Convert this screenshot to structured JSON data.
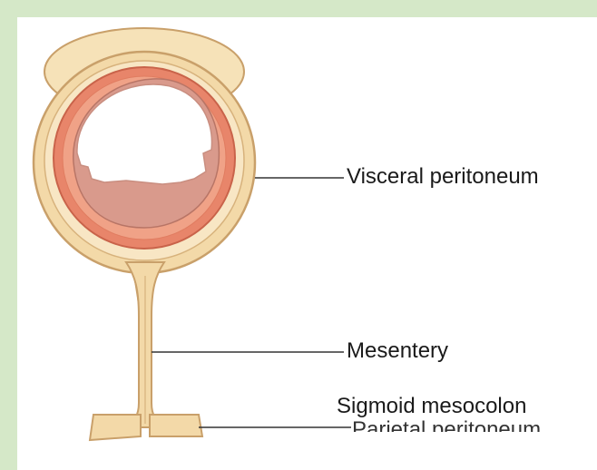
{
  "labels": {
    "visceral": "Visceral peritoneum",
    "mesentery": "Mesentery",
    "parietal": "Parietal peritoneum",
    "overlay": "Sigmoid mesocolon"
  },
  "colors": {
    "frame": "#d5e8c8",
    "peritoneum": "#f3d9a8",
    "peritoneum_outline": "#c9a06a",
    "muscle": "#e8856a",
    "mucosa": "#d99a8c"
  }
}
